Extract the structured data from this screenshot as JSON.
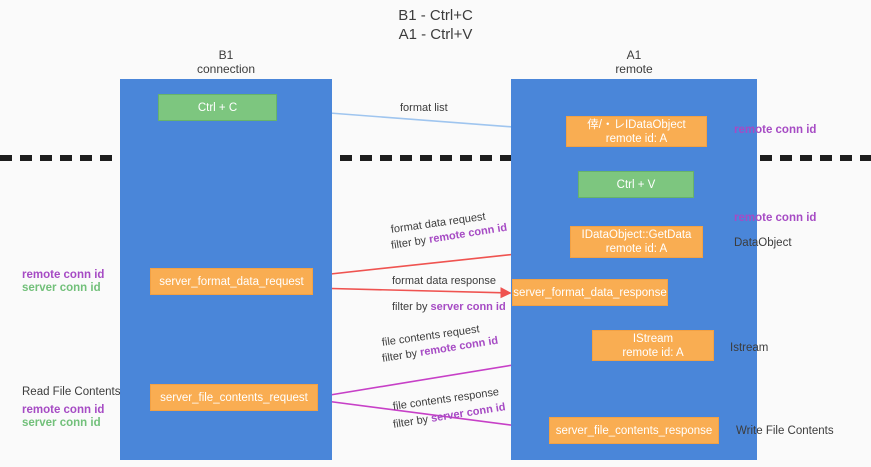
{
  "title": "B1 - Ctrl+C\nA1 - Ctrl+V",
  "columns": {
    "left": {
      "header": "B1\nconnection"
    },
    "right": {
      "header": "A1\nremote"
    }
  },
  "nodes": {
    "ctrl_c": "Ctrl + C",
    "ctrl_v": "Ctrl + V",
    "idataobject": "倖/・レIDataObject\nremote id: A",
    "getdata": "IDataObject::GetData\nremote id: A",
    "istream": "IStream\nremote id: A",
    "server_format_data_request": "server_format_data_request",
    "server_format_data_response": "server_format_data_response",
    "server_file_contents_request": "server_file_contents_request",
    "server_file_contents_response": "server_file_contents_response"
  },
  "edges": {
    "format_list": "format list",
    "format_data_request": "format data request",
    "format_data_request_filter_prefix": "filter by ",
    "format_data_request_filter_key": "remote conn id",
    "format_data_response": "format data response",
    "format_data_response_filter_prefix": "filter by ",
    "format_data_response_filter_key": "server conn id",
    "file_contents_request": "file contents request",
    "file_contents_request_filter_prefix": "filter by ",
    "file_contents_request_filter_key": "remote conn id",
    "file_contents_response": "file contents response",
    "file_contents_response_filter_prefix": "filter by ",
    "file_contents_response_filter_key": "server conn id"
  },
  "annotations": {
    "right_remote_conn_id_top": "remote conn id",
    "right_remote_conn_id_mid": "remote conn id",
    "right_dataobject": "DataObject",
    "right_istream": "Istream",
    "right_write_file_contents": "Write File Contents",
    "left_remote_conn_id": "remote conn id",
    "left_server_conn_id": "server conn id",
    "left_read_file_contents": "Read File Contents",
    "left_bottom_remote_conn_id": "remote conn id",
    "left_bottom_server_conn_id": "server conn id"
  },
  "colors": {
    "lane": "#4a86d9",
    "green_node": "#7dc67f",
    "orange_node": "#f9ad52",
    "key_remote": "#a64bc4",
    "key_server": "#72c07a",
    "arrow_format_list": "#9fc5ef",
    "arrow_format_data": "#ef5350",
    "arrow_file_contents": "#c740c7",
    "arrow_black": "#1d1d1d",
    "background": "#fafafa"
  }
}
